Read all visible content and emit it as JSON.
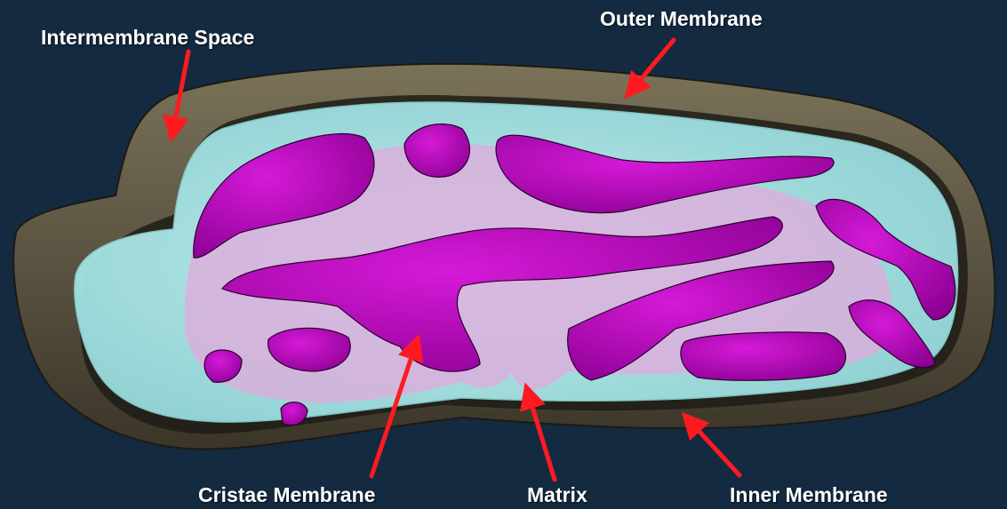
{
  "labels": {
    "outer_membrane": "Outer Membrane",
    "intermembrane_space": "Intermembrane Space",
    "cristae_membrane": "Cristae Membrane",
    "matrix": "Matrix",
    "inner_membrane": "Inner Membrane"
  },
  "colors": {
    "background": "#142a40",
    "outer_membrane": "#5e5847",
    "inner_membrane": "#a8ecec",
    "matrix": "#d9a9d4",
    "cristae": "#b000b4",
    "arrow": "#ff1a22"
  }
}
